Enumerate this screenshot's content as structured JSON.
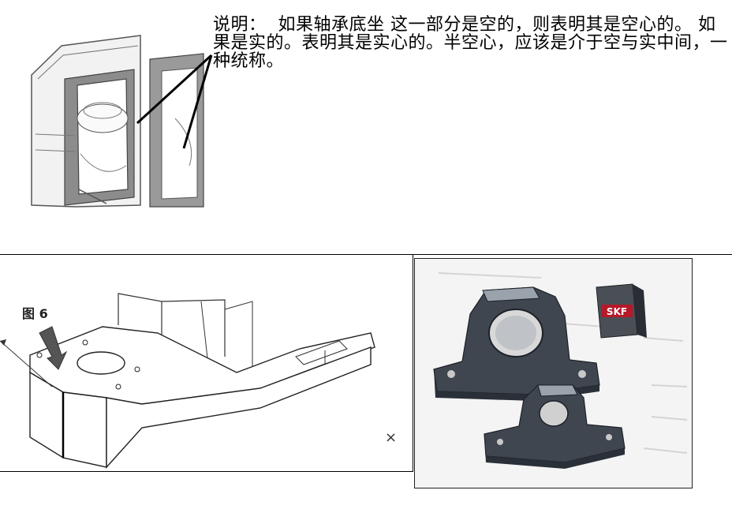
{
  "note": {
    "text": "说明：  如果轴承底坐 这一部分是空的，则表明其是空心的。 如果是实的。表明其是实心的。半空心，应该是介于空与实中间，一种统称。"
  },
  "figure": {
    "label": "图 6"
  },
  "controls": {
    "close_symbol": "×"
  },
  "photo": {
    "brand_logo_text": "SKF"
  },
  "colors": {
    "background": "#ffffff",
    "line": "#000000",
    "casting_gray": "#8c8c8c",
    "housing_dark": "#3f4650",
    "skf_red": "#b5192a"
  }
}
